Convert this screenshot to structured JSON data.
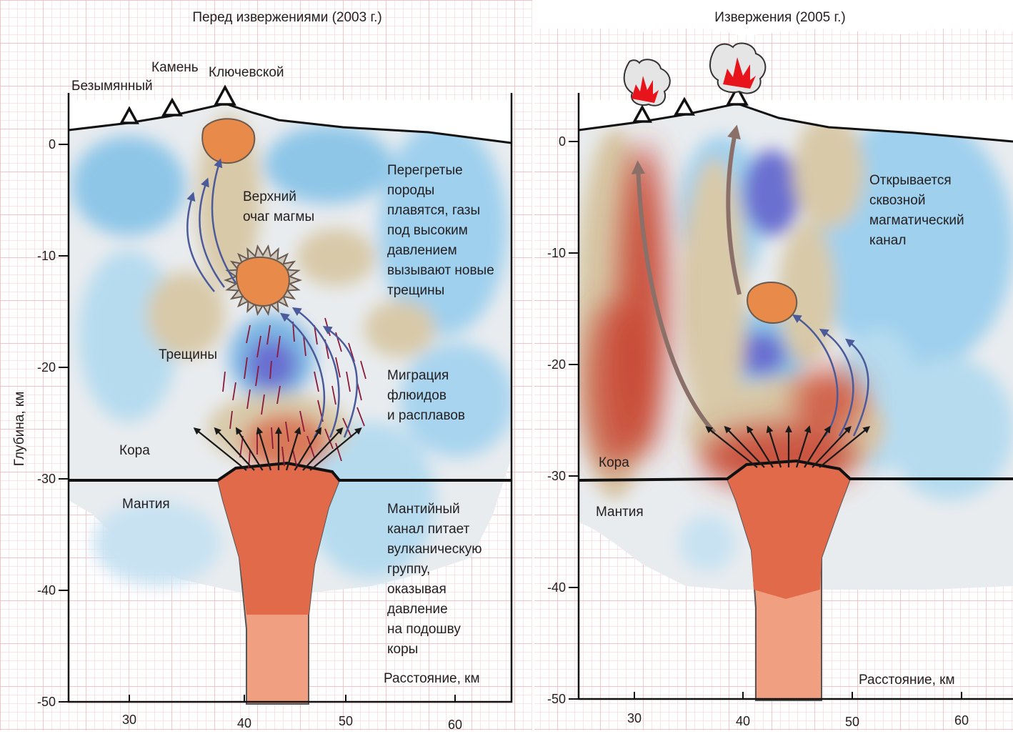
{
  "left_panel": {
    "title": "Перед извержениями (2003 г.)",
    "volcanoes": [
      "Безымянный",
      "Камень",
      "Ключевской"
    ],
    "upper_chamber_label": [
      "Верхний",
      "очаг магмы"
    ],
    "cracks_label": "Трещины",
    "crust_label": "Кора",
    "mantle_label": "Мантия",
    "note_overheated": [
      "Перегретые",
      "породы",
      "плавятся, газы",
      "под высоким",
      "давлением",
      "вызывают новые",
      "трещины"
    ],
    "note_migration": [
      "Миграция",
      "флюидов",
      "и расплавов"
    ],
    "note_mantle_channel": [
      "Мантийный",
      "канал питает",
      "вулканическую",
      "группу,",
      "оказывая",
      "давление",
      "на подошву",
      "коры"
    ],
    "x_axis_label": "Расстояние, км"
  },
  "right_panel": {
    "title": "Извержения (2005 г.)",
    "note_channel": [
      "Открывается",
      "сквозной",
      "магматический",
      "канал"
    ],
    "crust_label": "Кора",
    "mantle_label": "Мантия",
    "x_axis_label": "Расстояние, км"
  },
  "y_axis_label": "Глубина, км",
  "y_ticks": [
    "0",
    "-10",
    "-20",
    "-30",
    "-40",
    "-50"
  ],
  "x_ticks": [
    "30",
    "40",
    "50",
    "60"
  ],
  "colors": {
    "grid": "#f2c4c8",
    "grid_major": "#eba8ae",
    "cold_anomaly": "#8ec6e8",
    "deep_cold": "#6a6fd0",
    "hot_anomaly": "#c8412f",
    "intermediate": "#d8c9a8",
    "magma": "#e88a4a",
    "mantle_channel": "#e06a4a",
    "mantle_pipe": "#f0a080",
    "flow_arrow": "#4a5a9a",
    "eruption_arrow": "#8a7068",
    "crack": "#8a1a3a",
    "eruption_fire": "#e8141c"
  }
}
